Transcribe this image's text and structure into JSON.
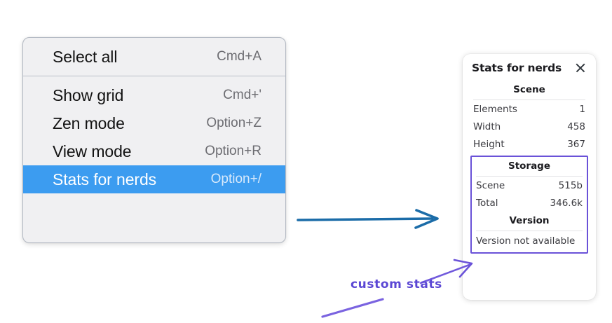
{
  "context_menu": {
    "groups": [
      {
        "items": [
          {
            "label": "Select all",
            "shortcut": "Cmd+A",
            "selected": false
          }
        ]
      },
      {
        "items": [
          {
            "label": "Show grid",
            "shortcut": "Cmd+'",
            "selected": false
          },
          {
            "label": "Zen mode",
            "shortcut": "Option+Z",
            "selected": false
          },
          {
            "label": "View mode",
            "shortcut": "Option+R",
            "selected": false
          },
          {
            "label": "Stats for nerds",
            "shortcut": "Option+/",
            "selected": true
          }
        ]
      }
    ],
    "highlight_color": "#3c9cf0",
    "background_color": "#f0f0f2"
  },
  "stats_panel": {
    "title": "Stats for nerds",
    "close_icon": "close-icon",
    "scene": {
      "heading": "Scene",
      "rows": [
        {
          "key": "Elements",
          "value": "1"
        },
        {
          "key": "Width",
          "value": "458"
        },
        {
          "key": "Height",
          "value": "367"
        }
      ]
    },
    "storage": {
      "heading": "Storage",
      "rows": [
        {
          "key": "Scene",
          "value": "515b"
        },
        {
          "key": "Total",
          "value": "346.6k"
        }
      ]
    },
    "version": {
      "heading": "Version",
      "note": "Version not available"
    },
    "highlight_border_color": "#6a52d8"
  },
  "annotations": {
    "blue_arrow": {
      "name": "blue-arrow",
      "color": "#1b6ca8"
    },
    "purple_arrow": {
      "name": "purple-arrow",
      "color": "#6a52d8"
    },
    "purple_underline": {
      "name": "purple-underline-stroke",
      "color": "#7a63e0"
    },
    "label": "custom stats",
    "label_color": "#5b47d4"
  }
}
